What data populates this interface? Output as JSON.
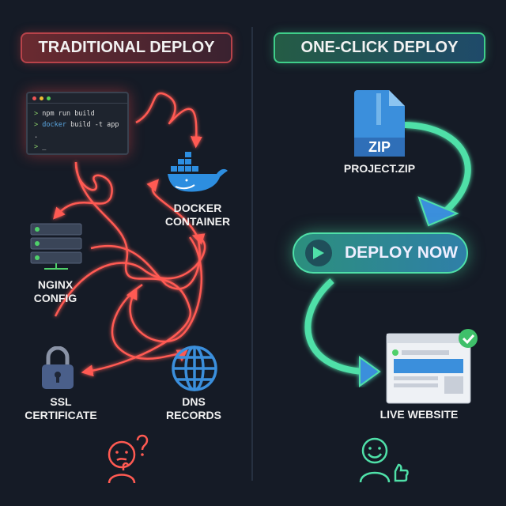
{
  "left": {
    "title": "TRADITIONAL DEPLOY",
    "terminal": {
      "lines": [
        {
          "prompt": ">",
          "cmd": "npm run build"
        },
        {
          "prompt": ">",
          "kw": "docker",
          "cmd": " build -t app ."
        },
        {
          "prompt": ">",
          "cmd": "_"
        }
      ]
    },
    "nodes": {
      "docker": [
        "DOCKER",
        "CONTAINER"
      ],
      "nginx": [
        "NGINX",
        "CONFIG"
      ],
      "ssl": [
        "SSL",
        "CERTIFICATE"
      ],
      "dns": [
        "DNS",
        "RECORDS"
      ]
    },
    "icons": [
      "terminal-icon",
      "docker-icon",
      "server-icon",
      "lock-icon",
      "globe-icon",
      "confused-face-icon"
    ]
  },
  "right": {
    "title": "ONE-CLICK DEPLOY",
    "zip": {
      "badge": "ZIP",
      "label": "PROJECT.ZIP"
    },
    "button": "DEPLOY NOW",
    "website": "LIVE WEBSITE",
    "icons": [
      "zip-file-icon",
      "play-icon",
      "browser-icon",
      "check-icon",
      "smiley-thumbs-up-icon"
    ]
  },
  "colors": {
    "bg": "#151b26",
    "red": "#ff5a52",
    "green": "#4fe0a8",
    "blue": "#3b8fdc"
  }
}
